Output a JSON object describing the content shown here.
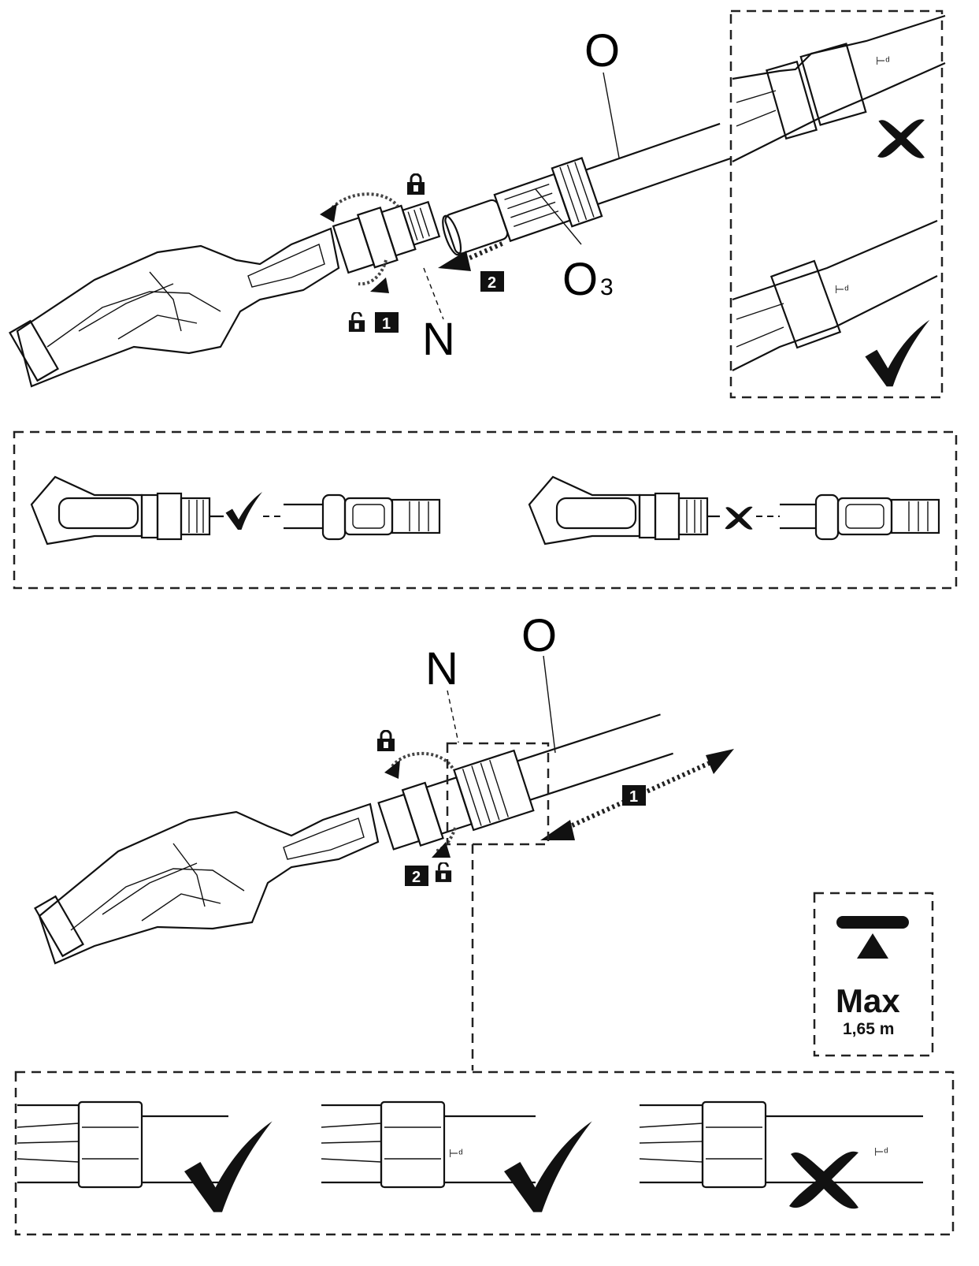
{
  "labels": {
    "top_pole": "O",
    "top_sleeve_main": "O",
    "top_sleeve_sub": "3",
    "top_nut": "N",
    "bottom_nut": "N",
    "bottom_pole": "O"
  },
  "steps": {
    "top_unlock": "1",
    "top_insert": "2",
    "bottom_slide": "1",
    "bottom_lock": "2"
  },
  "max_panel": {
    "title": "Max",
    "distance": "1,65 m"
  },
  "icons": {
    "lock_closed": "padlock-closed-icon",
    "lock_open": "padlock-open-icon",
    "correct": "check-icon",
    "wrong": "cross-icon",
    "max_height": "max-height-icon"
  },
  "colors": {
    "ink": "#111111",
    "paper": "#ffffff"
  }
}
